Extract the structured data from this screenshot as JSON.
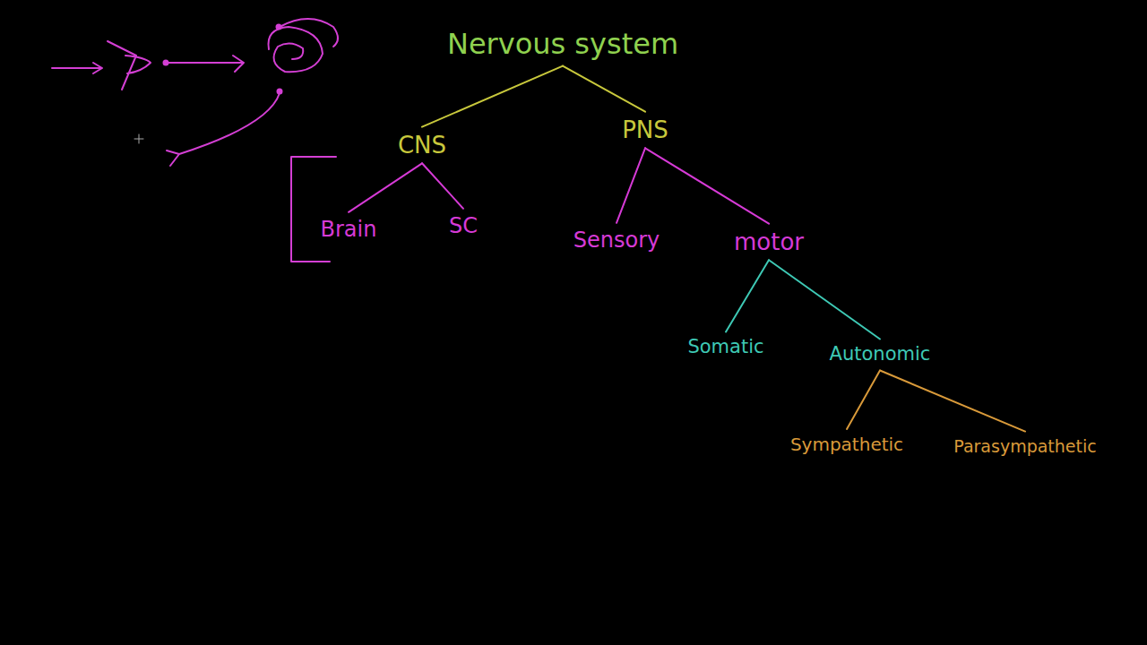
{
  "diagram": {
    "nodes": [
      {
        "text": [
          "Nervous system"
        ]
      },
      {
        "text": [
          "CNS"
        ]
      },
      {
        "text": [
          "PNS"
        ]
      },
      {
        "text": [
          "Brain"
        ]
      },
      {
        "text": [
          "SC"
        ]
      },
      {
        "text": [
          "Sensory"
        ]
      },
      {
        "text": [
          "motor"
        ]
      },
      {
        "text": [
          "Somatic"
        ]
      },
      {
        "text": [
          "Autonomic"
        ]
      },
      {
        "text": [
          "Sympathetic"
        ]
      },
      {
        "text": [
          "Parasympathetic"
        ]
      }
    ],
    "edges": [
      {
        "from": 0,
        "to": 1,
        "arrow": "none"
      },
      {
        "from": 0,
        "to": 2,
        "arrow": "none"
      },
      {
        "from": 1,
        "to": 3,
        "arrow": "none"
      },
      {
        "from": 1,
        "to": 4,
        "arrow": "none"
      },
      {
        "from": 2,
        "to": 5,
        "arrow": "none"
      },
      {
        "from": 2,
        "to": 6,
        "arrow": "none"
      },
      {
        "from": 6,
        "to": 7,
        "arrow": "none"
      },
      {
        "from": 6,
        "to": 8,
        "arrow": "none"
      },
      {
        "from": 8,
        "to": 9,
        "arrow": "none"
      },
      {
        "from": 8,
        "to": 10,
        "arrow": "none"
      }
    ]
  }
}
